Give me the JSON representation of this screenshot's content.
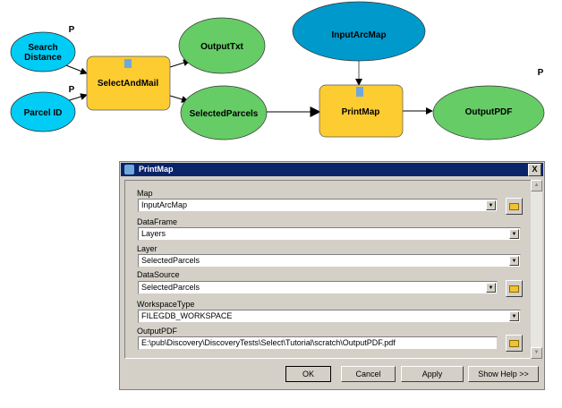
{
  "diagram": {
    "nodes": {
      "search_distance": {
        "lines": [
          "Search",
          "Distance"
        ],
        "param": "P",
        "color": "#00ccf5"
      },
      "parcel_id": {
        "label": "Parcel ID",
        "param": "P",
        "color": "#00ccf5"
      },
      "select_and_mail": {
        "label": "SelectAndMail",
        "color": "#fccc30"
      },
      "output_txt": {
        "label": "OutputTxt",
        "color": "#66cc66"
      },
      "selected_parcels": {
        "label": "SelectedParcels",
        "color": "#66cc66"
      },
      "input_arc_map": {
        "label": "InputArcMap",
        "color": "#0099cc"
      },
      "print_map": {
        "label": "PrintMap",
        "color": "#fccc30"
      },
      "output_pdf": {
        "label": "OutputPDF",
        "param": "P",
        "color": "#66cc66"
      }
    }
  },
  "dialog": {
    "title": "PrintMap",
    "close": "X",
    "fields": [
      {
        "label": "Map",
        "value": "InputArcMap"
      },
      {
        "label": "DataFrame",
        "value": "Layers"
      },
      {
        "label": "Layer",
        "value": "SelectedParcels"
      },
      {
        "label": "DataSource",
        "value": "SelectedParcels"
      },
      {
        "label": "WorkspaceType",
        "value": "FILEGDB_WORKSPACE"
      },
      {
        "label": "OutputPDF",
        "value": "E:\\pub\\Discovery\\DiscoveryTests\\Select\\Tutorial\\scratch\\OutputPDF.pdf"
      }
    ],
    "buttons": {
      "ok": "OK",
      "cancel": "Cancel",
      "apply": "Apply",
      "help": "Show Help >>"
    }
  }
}
